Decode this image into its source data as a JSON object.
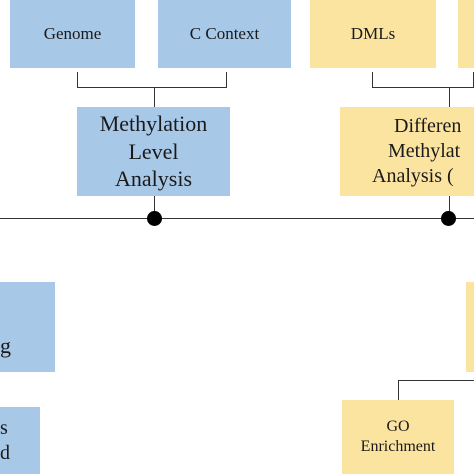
{
  "diagram": {
    "top_boxes": {
      "genome": "Genome",
      "c_context": "C Context",
      "dmls": "DMLs"
    },
    "methylation_level": {
      "line1": "Methylation",
      "line2": "Level",
      "line3": "Analysis"
    },
    "differential": {
      "line1": "Differen",
      "line2": "Methylat",
      "line3": "Analysis ("
    },
    "left_boxes": {
      "partial_1": "g",
      "partial_2_line1": "s",
      "partial_2_line2": "d"
    },
    "go_enrichment": {
      "line1": "GO",
      "line2": "Enrichment"
    },
    "colors": {
      "blue_box": "#a8c8e8",
      "yellow_box": "#fbe3a0",
      "connector": "#333333",
      "node": "#000000"
    }
  }
}
